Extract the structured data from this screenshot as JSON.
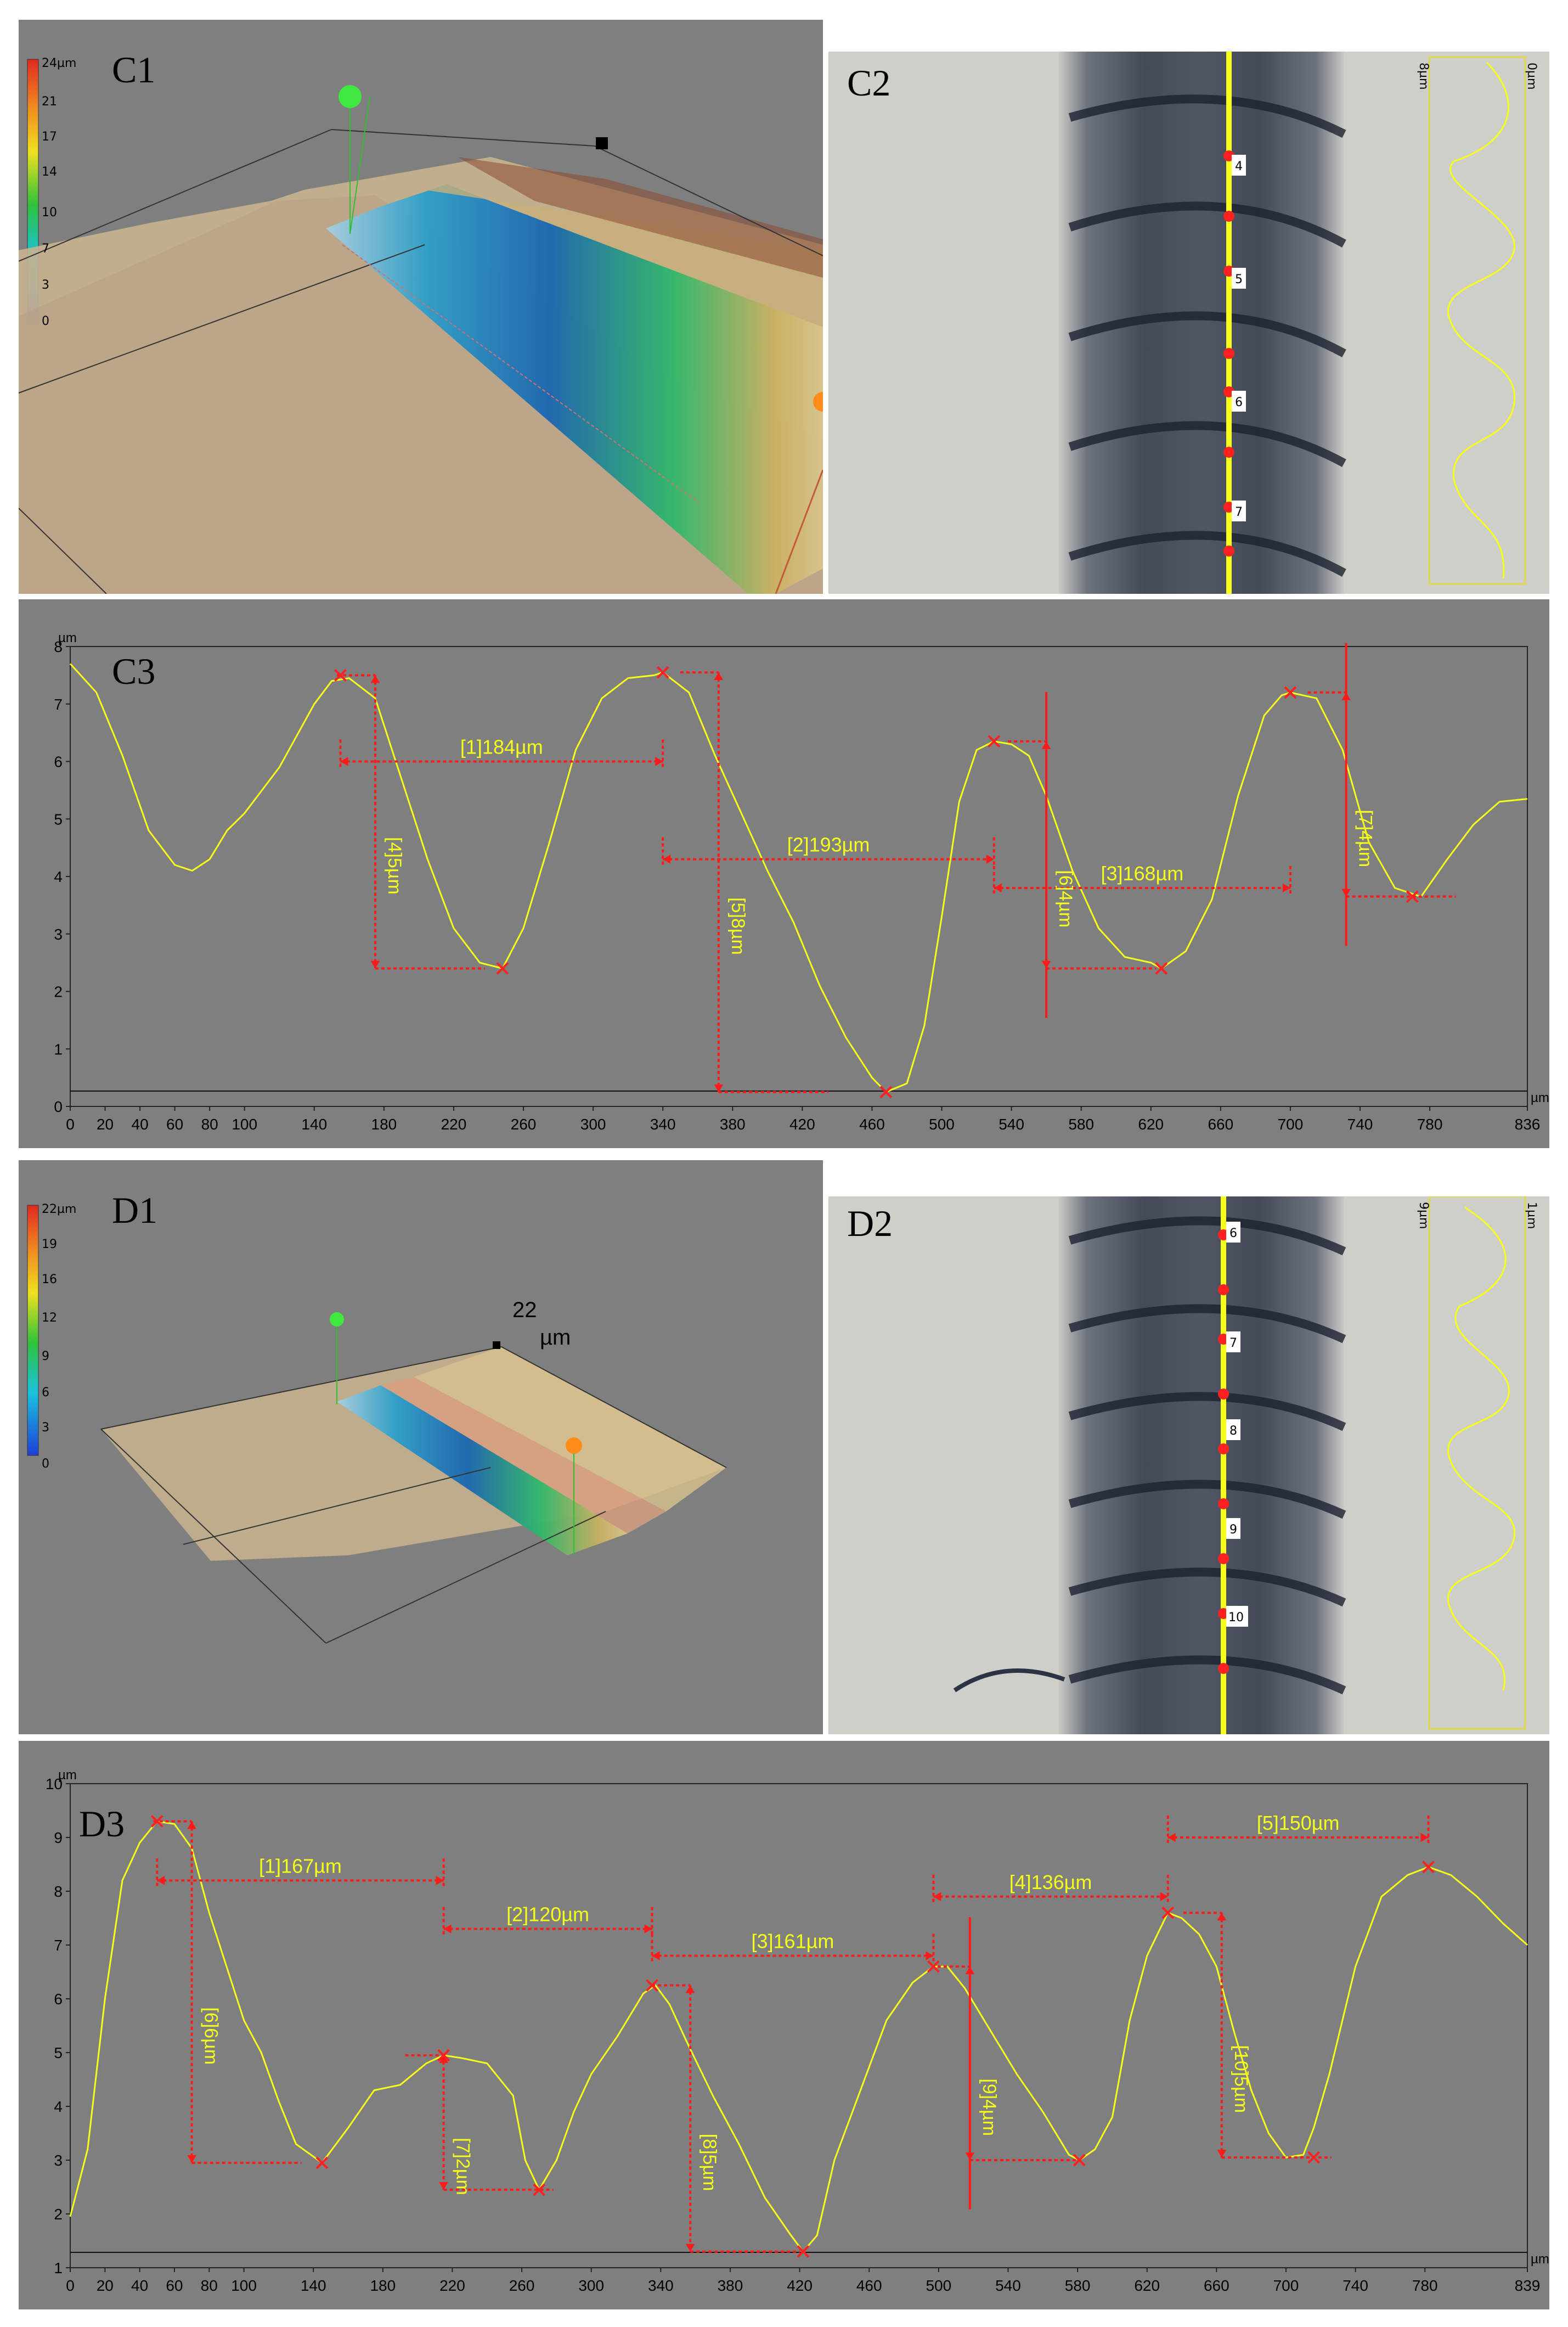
{
  "panels": {
    "c1": {
      "label": "C1",
      "scale_ticks": [
        "24µm",
        "21",
        "17",
        "14",
        "10",
        "7",
        "3",
        "0"
      ]
    },
    "c2": {
      "label": "C2",
      "markers": [
        "4",
        "5",
        "6",
        "7"
      ],
      "top_labels": [
        "8µm",
        "0µm"
      ]
    },
    "c3": {
      "label": "C3"
    },
    "d1": {
      "label": "D1",
      "scale_ticks": [
        "22µm",
        "19",
        "16",
        "12",
        "9",
        "6",
        "3",
        "0"
      ],
      "height_label_value": "22",
      "height_label_unit": "µm"
    },
    "d2": {
      "label": "D2",
      "markers": [
        "6",
        "7",
        "8",
        "9",
        "10"
      ],
      "top_labels": [
        "9µm",
        "1µm"
      ]
    },
    "d3": {
      "label": "D3"
    }
  },
  "colors": {
    "profile": "#f6ff1a",
    "measure": "#ff1a1a",
    "plot_bg": "#7f7f7f"
  },
  "chart_data": [
    {
      "type": "line",
      "panel": "C3",
      "xunit": "µm",
      "yunit": "µm",
      "xlim": [
        0,
        836
      ],
      "ylim": [
        0,
        8
      ],
      "xticks": [
        0,
        20,
        40,
        60,
        80,
        100,
        140,
        180,
        220,
        260,
        300,
        340,
        380,
        420,
        460,
        500,
        540,
        580,
        620,
        660,
        700,
        740,
        780,
        836
      ],
      "yticks": [
        0,
        1,
        2,
        3,
        4,
        5,
        6,
        7,
        8
      ],
      "profile": {
        "x": [
          0,
          15,
          30,
          45,
          60,
          70,
          80,
          90,
          100,
          120,
          140,
          150,
          160,
          175,
          190,
          205,
          220,
          235,
          248,
          260,
          275,
          290,
          305,
          320,
          335,
          340,
          355,
          370,
          385,
          400,
          415,
          430,
          445,
          460,
          468,
          480,
          490,
          500,
          510,
          520,
          530,
          540,
          550,
          560,
          575,
          590,
          605,
          620,
          626,
          640,
          655,
          670,
          685,
          695,
          700,
          715,
          730,
          745,
          760,
          775,
          790,
          805,
          820,
          836
        ],
        "y": [
          7.7,
          7.2,
          6.1,
          4.8,
          4.2,
          4.1,
          4.3,
          4.8,
          5.1,
          5.9,
          7.0,
          7.4,
          7.45,
          7.1,
          5.7,
          4.3,
          3.1,
          2.5,
          2.4,
          3.1,
          4.6,
          6.2,
          7.1,
          7.45,
          7.5,
          7.55,
          7.2,
          6.1,
          5.1,
          4.1,
          3.2,
          2.1,
          1.2,
          0.5,
          0.25,
          0.4,
          1.4,
          3.3,
          5.3,
          6.2,
          6.35,
          6.3,
          6.1,
          5.4,
          4.1,
          3.1,
          2.6,
          2.5,
          2.4,
          2.7,
          3.6,
          5.4,
          6.8,
          7.15,
          7.2,
          7.1,
          6.2,
          4.6,
          3.8,
          3.65,
          4.3,
          4.9,
          5.3,
          5.35
        ]
      },
      "points": [
        {
          "x": 155,
          "y": 7.5
        },
        {
          "x": 248,
          "y": 2.4
        },
        {
          "x": 340,
          "y": 7.55
        },
        {
          "x": 468,
          "y": 0.25
        },
        {
          "x": 530,
          "y": 6.35
        },
        {
          "x": 626,
          "y": 2.4
        },
        {
          "x": 700,
          "y": 7.2
        },
        {
          "x": 770,
          "y": 3.65
        }
      ],
      "horizontal_measures": [
        {
          "label": "[1]184µm",
          "x1": 155,
          "x2": 340,
          "y": 6.0
        },
        {
          "label": "[2]193µm",
          "x1": 340,
          "x2": 530,
          "y": 4.3
        },
        {
          "label": "[3]168µm",
          "x1": 530,
          "x2": 700,
          "y": 3.8
        }
      ],
      "vertical_measures": [
        {
          "label": "[4]5µm",
          "x": 175,
          "y1": 7.5,
          "y2": 2.4,
          "style": "dotted"
        },
        {
          "label": "[5]8µm",
          "x": 372,
          "y1": 7.55,
          "y2": 0.25,
          "style": "dotted"
        },
        {
          "label": "[6]4µm",
          "x": 560,
          "y1": 6.35,
          "y2": 2.4,
          "style": "solid"
        },
        {
          "label": "[7]4µm",
          "x": 732,
          "y1": 7.2,
          "y2": 3.65,
          "style": "solid"
        }
      ]
    },
    {
      "type": "line",
      "panel": "D3",
      "xunit": "µm",
      "yunit": "µm",
      "xlim": [
        0,
        839
      ],
      "ylim": [
        1,
        10
      ],
      "xticks": [
        0,
        20,
        40,
        60,
        80,
        100,
        140,
        180,
        220,
        260,
        300,
        340,
        380,
        420,
        460,
        500,
        540,
        580,
        620,
        660,
        700,
        740,
        780,
        839
      ],
      "yticks": [
        1,
        2,
        3,
        4,
        5,
        6,
        7,
        8,
        9,
        10
      ],
      "profile": {
        "x": [
          0,
          10,
          20,
          30,
          40,
          50,
          60,
          70,
          80,
          90,
          100,
          110,
          120,
          130,
          145,
          160,
          175,
          190,
          205,
          215,
          225,
          240,
          255,
          262,
          270,
          280,
          290,
          300,
          315,
          330,
          337,
          345,
          355,
          370,
          385,
          400,
          415,
          422,
          430,
          440,
          455,
          470,
          485,
          497,
          505,
          515,
          530,
          545,
          560,
          575,
          581,
          590,
          600,
          610,
          620,
          632,
          640,
          650,
          660,
          670,
          680,
          690,
          700,
          710,
          716,
          725,
          740,
          755,
          770,
          782,
          795,
          810,
          825,
          839
        ],
        "y": [
          1.95,
          3.2,
          6.0,
          8.2,
          8.9,
          9.3,
          9.25,
          8.8,
          7.6,
          6.6,
          5.6,
          5.0,
          4.1,
          3.3,
          2.95,
          3.6,
          4.3,
          4.4,
          4.8,
          4.95,
          4.9,
          4.8,
          4.2,
          3.0,
          2.45,
          3.0,
          3.9,
          4.6,
          5.3,
          6.1,
          6.25,
          5.9,
          5.2,
          4.2,
          3.3,
          2.3,
          1.6,
          1.3,
          1.6,
          3.0,
          4.3,
          5.6,
          6.3,
          6.6,
          6.6,
          6.2,
          5.4,
          4.6,
          3.9,
          3.1,
          3.0,
          3.2,
          3.8,
          5.6,
          6.8,
          7.6,
          7.5,
          7.2,
          6.6,
          5.4,
          4.3,
          3.5,
          3.05,
          3.1,
          3.6,
          4.6,
          6.6,
          7.9,
          8.3,
          8.45,
          8.3,
          7.9,
          7.4,
          7.0
        ]
      },
      "points": [
        {
          "x": 50,
          "y": 9.3
        },
        {
          "x": 145,
          "y": 2.95
        },
        {
          "x": 215,
          "y": 4.95
        },
        {
          "x": 270,
          "y": 2.45
        },
        {
          "x": 335,
          "y": 6.25
        },
        {
          "x": 422,
          "y": 1.3
        },
        {
          "x": 497,
          "y": 6.6
        },
        {
          "x": 581,
          "y": 3.0
        },
        {
          "x": 632,
          "y": 7.6
        },
        {
          "x": 716,
          "y": 3.05
        },
        {
          "x": 782,
          "y": 8.45
        }
      ],
      "horizontal_measures": [
        {
          "label": "[1]167µm",
          "x1": 50,
          "x2": 215,
          "y": 8.2
        },
        {
          "label": "[2]120µm",
          "x1": 215,
          "x2": 335,
          "y": 7.3
        },
        {
          "label": "[3]161µm",
          "x1": 335,
          "x2": 497,
          "y": 6.8
        },
        {
          "label": "[4]136µm",
          "x1": 497,
          "x2": 632,
          "y": 7.9
        },
        {
          "label": "[5]150µm",
          "x1": 632,
          "x2": 782,
          "y": 9.0
        }
      ],
      "vertical_measures": [
        {
          "label": "[6]6µm",
          "x": 70,
          "y1": 9.3,
          "y2": 2.95,
          "style": "dotted"
        },
        {
          "label": "[7]2µm",
          "x": 215,
          "y1": 4.95,
          "y2": 2.45,
          "style": "dotted"
        },
        {
          "label": "[8]5µm",
          "x": 357,
          "y1": 6.25,
          "y2": 1.3,
          "style": "dotted"
        },
        {
          "label": "[9]4µm",
          "x": 518,
          "y1": 6.6,
          "y2": 3.0,
          "style": "solid"
        },
        {
          "label": "[10]5µm",
          "x": 663,
          "y1": 7.6,
          "y2": 3.05,
          "style": "dotted"
        }
      ]
    }
  ]
}
